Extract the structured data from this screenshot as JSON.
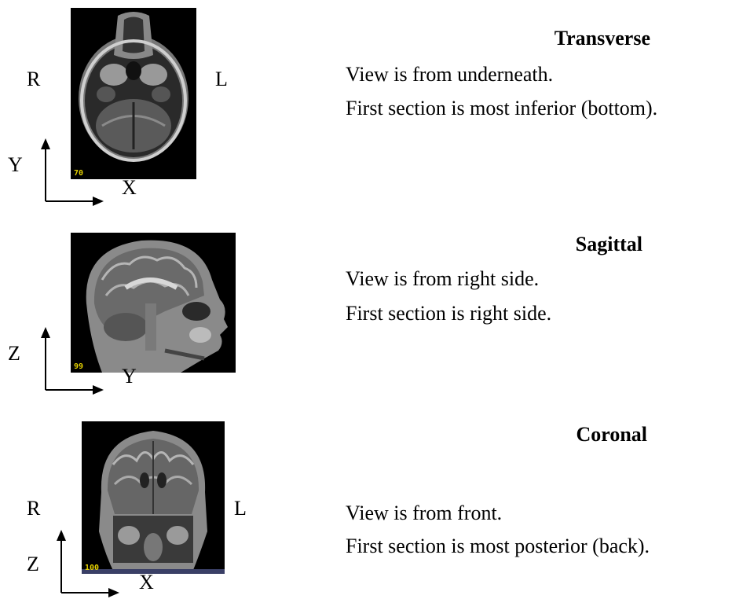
{
  "views": [
    {
      "title": "Transverse",
      "line1": "View is from underneath.",
      "line2": "First section is most inferior (bottom).",
      "slice_number": "70",
      "left_side_label": "R",
      "right_side_label": "L",
      "vertical_axis": "Y",
      "horizontal_axis": "X"
    },
    {
      "title": "Sagittal",
      "line1": "View is from right side.",
      "line2": "First section is right side.",
      "slice_number": "99",
      "vertical_axis": "Z",
      "horizontal_axis": "Y"
    },
    {
      "title": "Coronal",
      "line1": "View is from front.",
      "line2": "First section is most posterior (back).",
      "slice_number": "100",
      "left_side_label": "R",
      "right_side_label": "L",
      "vertical_axis": "Z",
      "horizontal_axis": "X"
    }
  ],
  "colors": {
    "text": "#000000",
    "scan_background": "#000000",
    "slice_number": "#e6d200"
  }
}
